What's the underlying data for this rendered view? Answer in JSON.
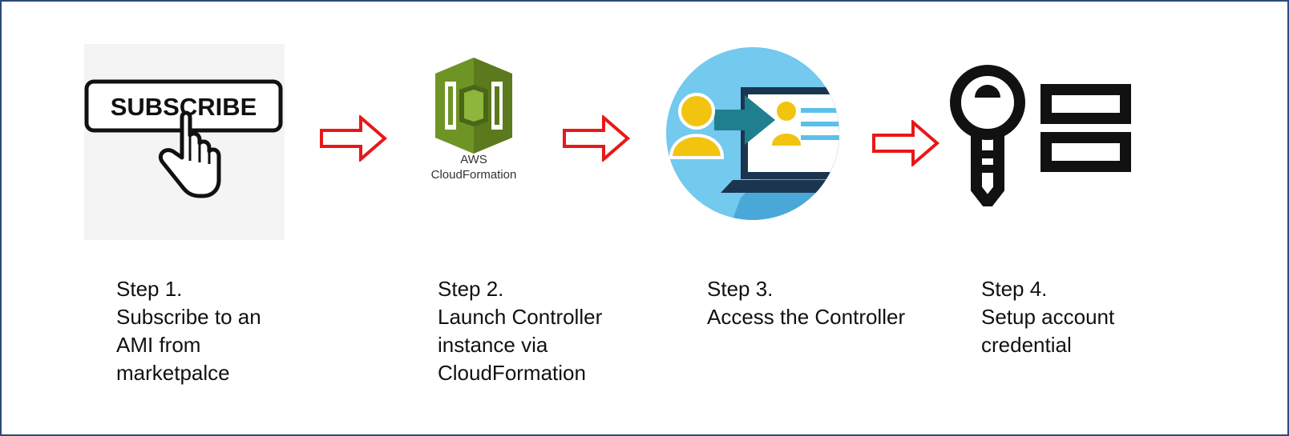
{
  "colors": {
    "frame": "#2e4a7a",
    "arrow_outline": "#e81818",
    "aws_green": "#6b8e23",
    "circle_blue": "#5bc0eb",
    "person_yellow": "#f2c40f",
    "monitor_dark": "#1b3550",
    "teal_arrow": "#1f7f8f"
  },
  "icons": {
    "step1": "subscribe-button-hand-icon",
    "step2": "aws-cloudformation-logo",
    "step3": "controller-access-icon",
    "step4": "key-credential-icon"
  },
  "step1": {
    "badge": "SUBSCRIBE",
    "lines": [
      "Step 1.",
      "Subscribe to an",
      "AMI from",
      "marketpalce"
    ]
  },
  "step2": {
    "logo_line1": "AWS",
    "logo_line2": "CloudFormation",
    "lines": [
      "Step 2.",
      "Launch Controller",
      "instance via",
      "CloudFormation"
    ]
  },
  "step3": {
    "lines": [
      "Step 3.",
      "Access the Controller"
    ]
  },
  "step4": {
    "lines": [
      "Step 4.",
      "Setup account",
      "credential"
    ]
  }
}
